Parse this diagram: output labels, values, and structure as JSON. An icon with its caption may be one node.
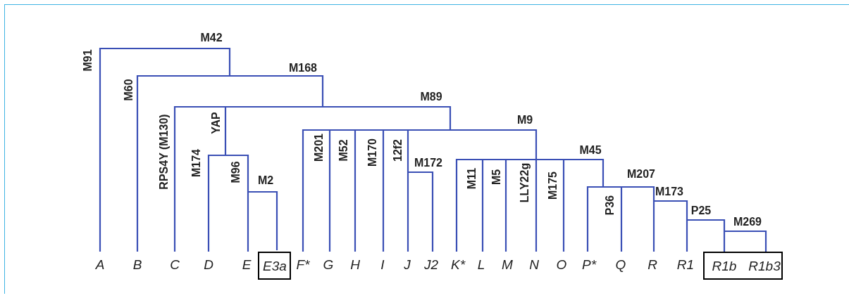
{
  "diagram": {
    "nodes": [
      {
        "text": [
          "A"
        ]
      },
      {
        "text": [
          "B"
        ]
      },
      {
        "text": [
          "C"
        ]
      },
      {
        "text": [
          "D"
        ]
      },
      {
        "text": [
          "E"
        ]
      },
      {
        "text": [
          "E3a"
        ]
      },
      {
        "text": [
          "F*"
        ]
      },
      {
        "text": [
          "G"
        ]
      },
      {
        "text": [
          "H"
        ]
      },
      {
        "text": [
          "I"
        ]
      },
      {
        "text": [
          "J"
        ]
      },
      {
        "text": [
          "J2"
        ]
      },
      {
        "text": [
          "K*"
        ]
      },
      {
        "text": [
          "L"
        ]
      },
      {
        "text": [
          "M"
        ]
      },
      {
        "text": [
          "N"
        ]
      },
      {
        "text": [
          "O"
        ]
      },
      {
        "text": [
          "P*"
        ]
      },
      {
        "text": [
          "Q"
        ]
      },
      {
        "text": [
          "R"
        ]
      },
      {
        "text": [
          "R1"
        ]
      },
      {
        "text": [
          "R1b",
          "R1b3"
        ]
      }
    ],
    "labels": [
      "M42",
      "M91",
      "M168",
      "M60",
      "M89",
      "RPS4Y (M130)",
      "YAP",
      "M9",
      "M174",
      "M96",
      "M2",
      "M201",
      "M52",
      "M170",
      "12f2",
      "M172",
      "M45",
      "M11",
      "M5",
      "LLY22g",
      "M175",
      "M207",
      "P36",
      "M173",
      "P25",
      "M269"
    ]
  }
}
